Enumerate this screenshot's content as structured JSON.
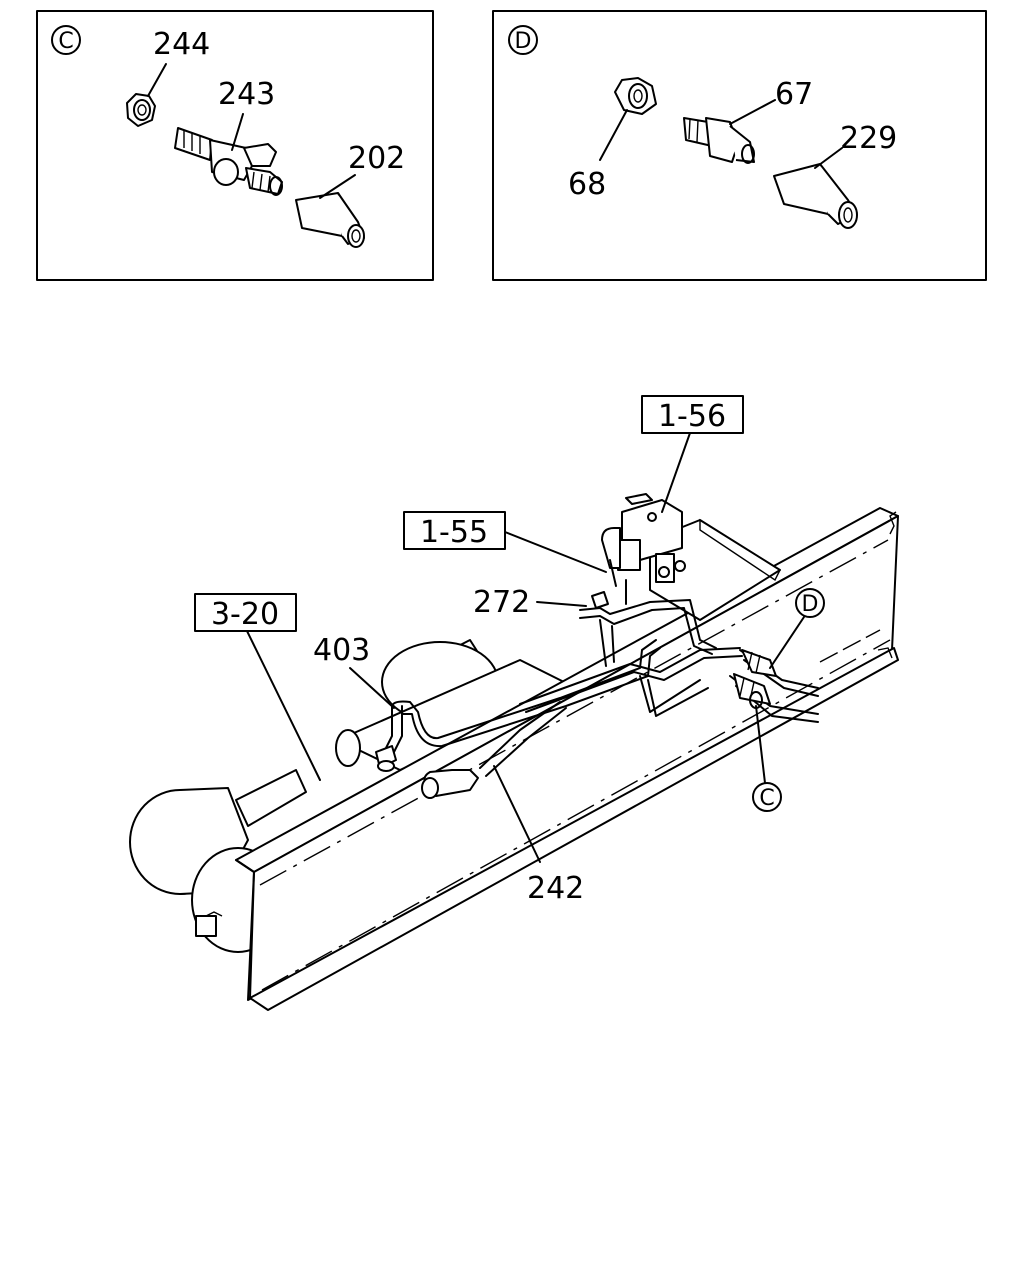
{
  "detail_c": {
    "marker": "C",
    "labels": {
      "p244": "244",
      "p243": "243",
      "p202": "202"
    }
  },
  "detail_d": {
    "marker": "D",
    "labels": {
      "p67": "67",
      "p68": "68",
      "p229": "229"
    }
  },
  "main": {
    "refs": {
      "r156": "1-56",
      "r155": "1-55",
      "r320": "3-20"
    },
    "labels": {
      "p272": "272",
      "p403": "403",
      "p242": "242"
    },
    "markers": {
      "d": "D",
      "c": "C"
    }
  }
}
